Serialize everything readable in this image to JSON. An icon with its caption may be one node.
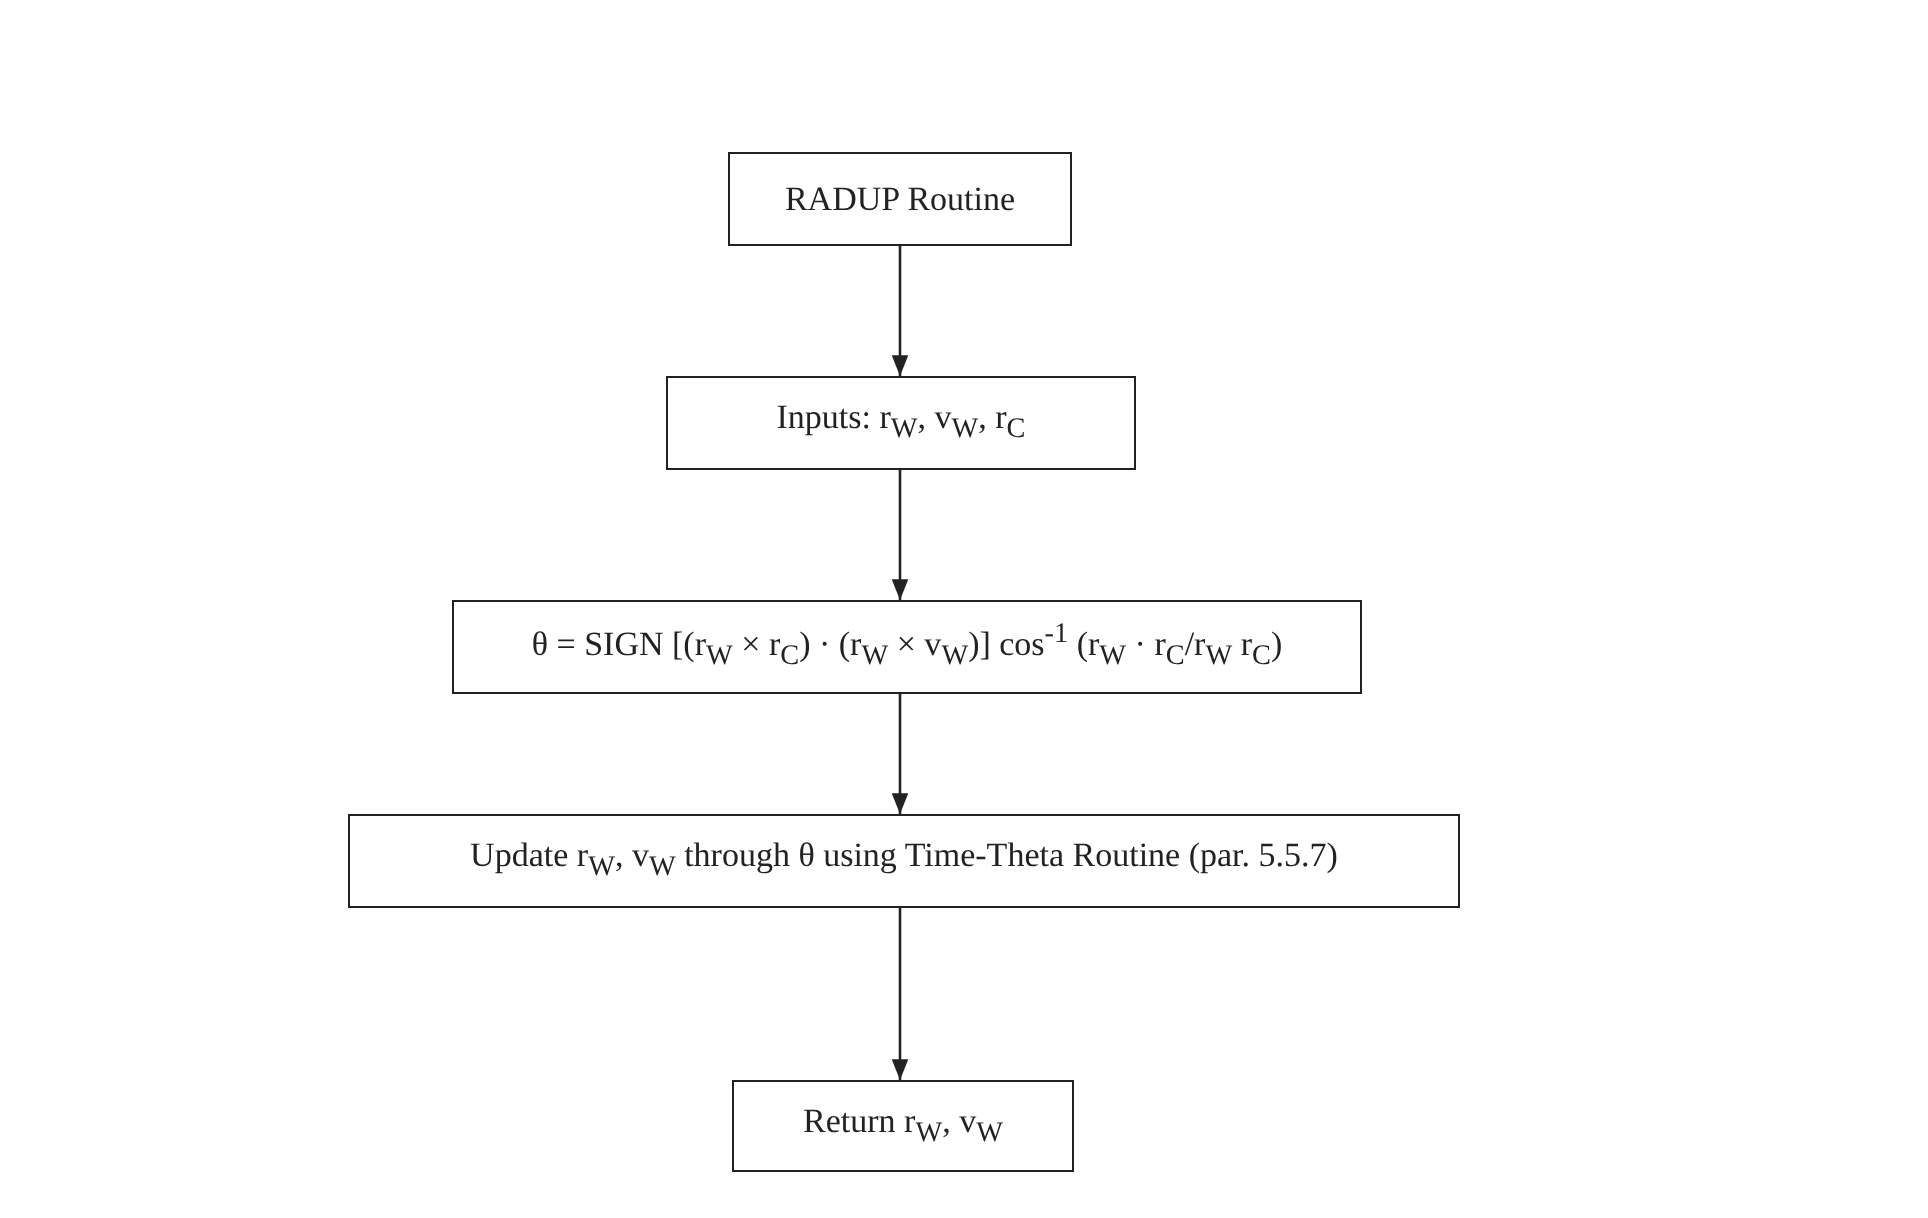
{
  "diagram": {
    "nodes": [
      {
        "text": [
          "RADUP Routine"
        ]
      },
      {
        "text": [
          "Inputs: r$_{W}$, v$_{W}$, r$_{C}$"
        ]
      },
      {
        "text": [
          "θ = SIGN [(r$_{W}$ × r$_{C}$) · (r$_{W}$ × v$_{W}$)] cos$^{-1}$ (r$_{W}$ · r$_{C}$/r$_{W}$ r$_{C}$)"
        ]
      },
      {
        "text": [
          "Update r$_{W}$, v$_{W}$ through θ using Time-Theta Routine (par. 5.5.7)"
        ]
      },
      {
        "text": [
          "Return r$_{W}$, v$_{W}$"
        ]
      }
    ],
    "edges": [
      {
        "from": 0,
        "to": 1,
        "arrow": "to"
      },
      {
        "from": 1,
        "to": 2,
        "arrow": "to"
      },
      {
        "from": 2,
        "to": 3,
        "arrow": "to"
      },
      {
        "from": 3,
        "to": 4,
        "arrow": "to"
      }
    ]
  }
}
